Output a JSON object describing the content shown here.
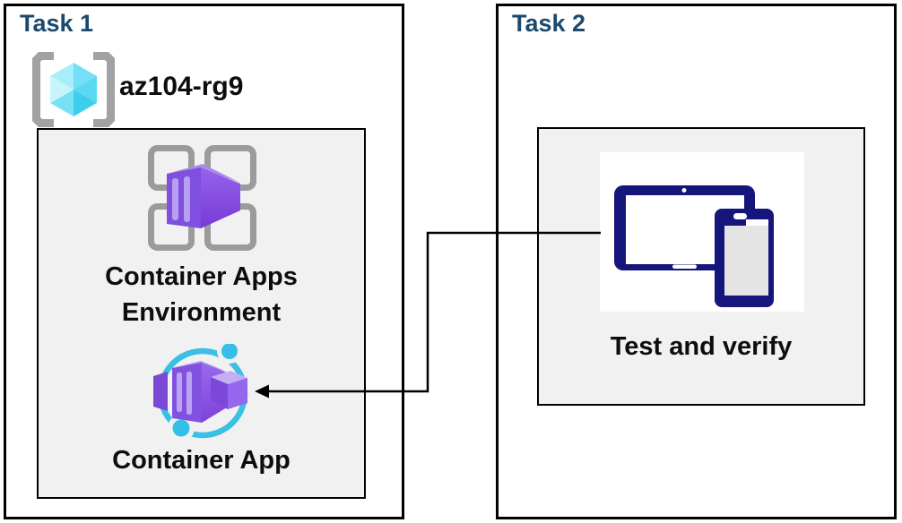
{
  "diagram": {
    "task1": {
      "title": "Task 1",
      "resource_group_name": "az104-rg9",
      "environment_label_line1": "Container Apps",
      "environment_label_line2": "Environment",
      "container_app_label": "Container App"
    },
    "task2": {
      "title": "Task 2",
      "test_label": "Test and verify"
    },
    "connector": {
      "from": "test-and-verify-devices-icon",
      "to": "container-app-icon",
      "style": "elbow-arrow"
    },
    "icons": {
      "resource_group": "resource-group-icon",
      "environment": "container-apps-environment-icon",
      "container_app": "container-app-icon",
      "devices": "devices-icon"
    },
    "colors": {
      "title_navy": "#1B4A6E",
      "device_navy": "#15157B",
      "inner_box_fill": "#F1F1F1",
      "border": "#000000",
      "grid_gray": "#9B9B9B",
      "bracket_gray": "#A2A2A4",
      "ring_cyan": "#3ABFE5",
      "dot_cyan": "#35BEE6",
      "cube_cyan_light": "#A8EDFA",
      "container_purple": "#8152E0",
      "container_purple_light": "#B092EF",
      "label_black": "#0D0D0D"
    }
  }
}
